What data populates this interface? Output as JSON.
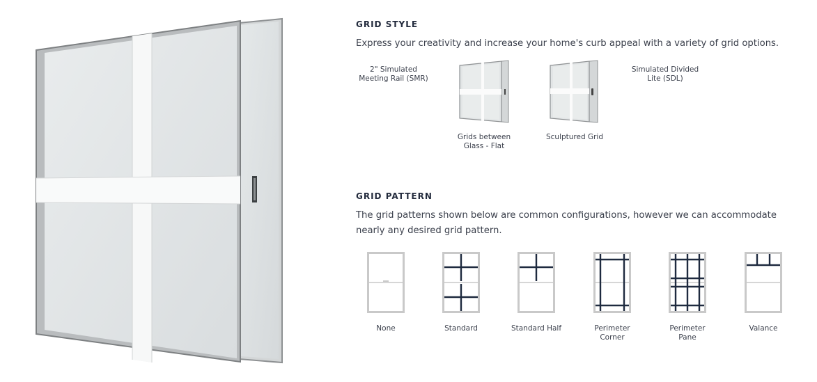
{
  "grid_style": {
    "heading": "GRID STYLE",
    "description": "Express your creativity and increase your home's curb appeal with a variety of grid options.",
    "options": [
      {
        "label": "2\" Simulated\nMeeting Rail (SMR)",
        "has_image": false
      },
      {
        "label": "Grids between\nGlass - Flat",
        "has_image": true
      },
      {
        "label": "Sculptured Grid",
        "has_image": true
      },
      {
        "label": "Simulated Divided\nLite (SDL)",
        "has_image": false
      }
    ]
  },
  "grid_pattern": {
    "heading": "GRID PATTERN",
    "description": "The grid patterns shown below are common configurations, however we can accommodate nearly any desired grid pattern.",
    "patterns": [
      {
        "label": "None",
        "icon": "window-none-icon"
      },
      {
        "label": "Standard",
        "icon": "window-standard-icon"
      },
      {
        "label": "Standard Half",
        "icon": "window-standard-half-icon"
      },
      {
        "label": "Perimeter\nCorner",
        "icon": "window-perimeter-corner-icon"
      },
      {
        "label": "Perimeter\nPane",
        "icon": "window-perimeter-pane-icon"
      },
      {
        "label": "Valance",
        "icon": "window-valance-icon"
      }
    ]
  },
  "colors": {
    "grid_bar": "#1e2a3f",
    "frame": "#c9c9c9",
    "text": "#3a3f4b",
    "heading": "#232b3d"
  }
}
